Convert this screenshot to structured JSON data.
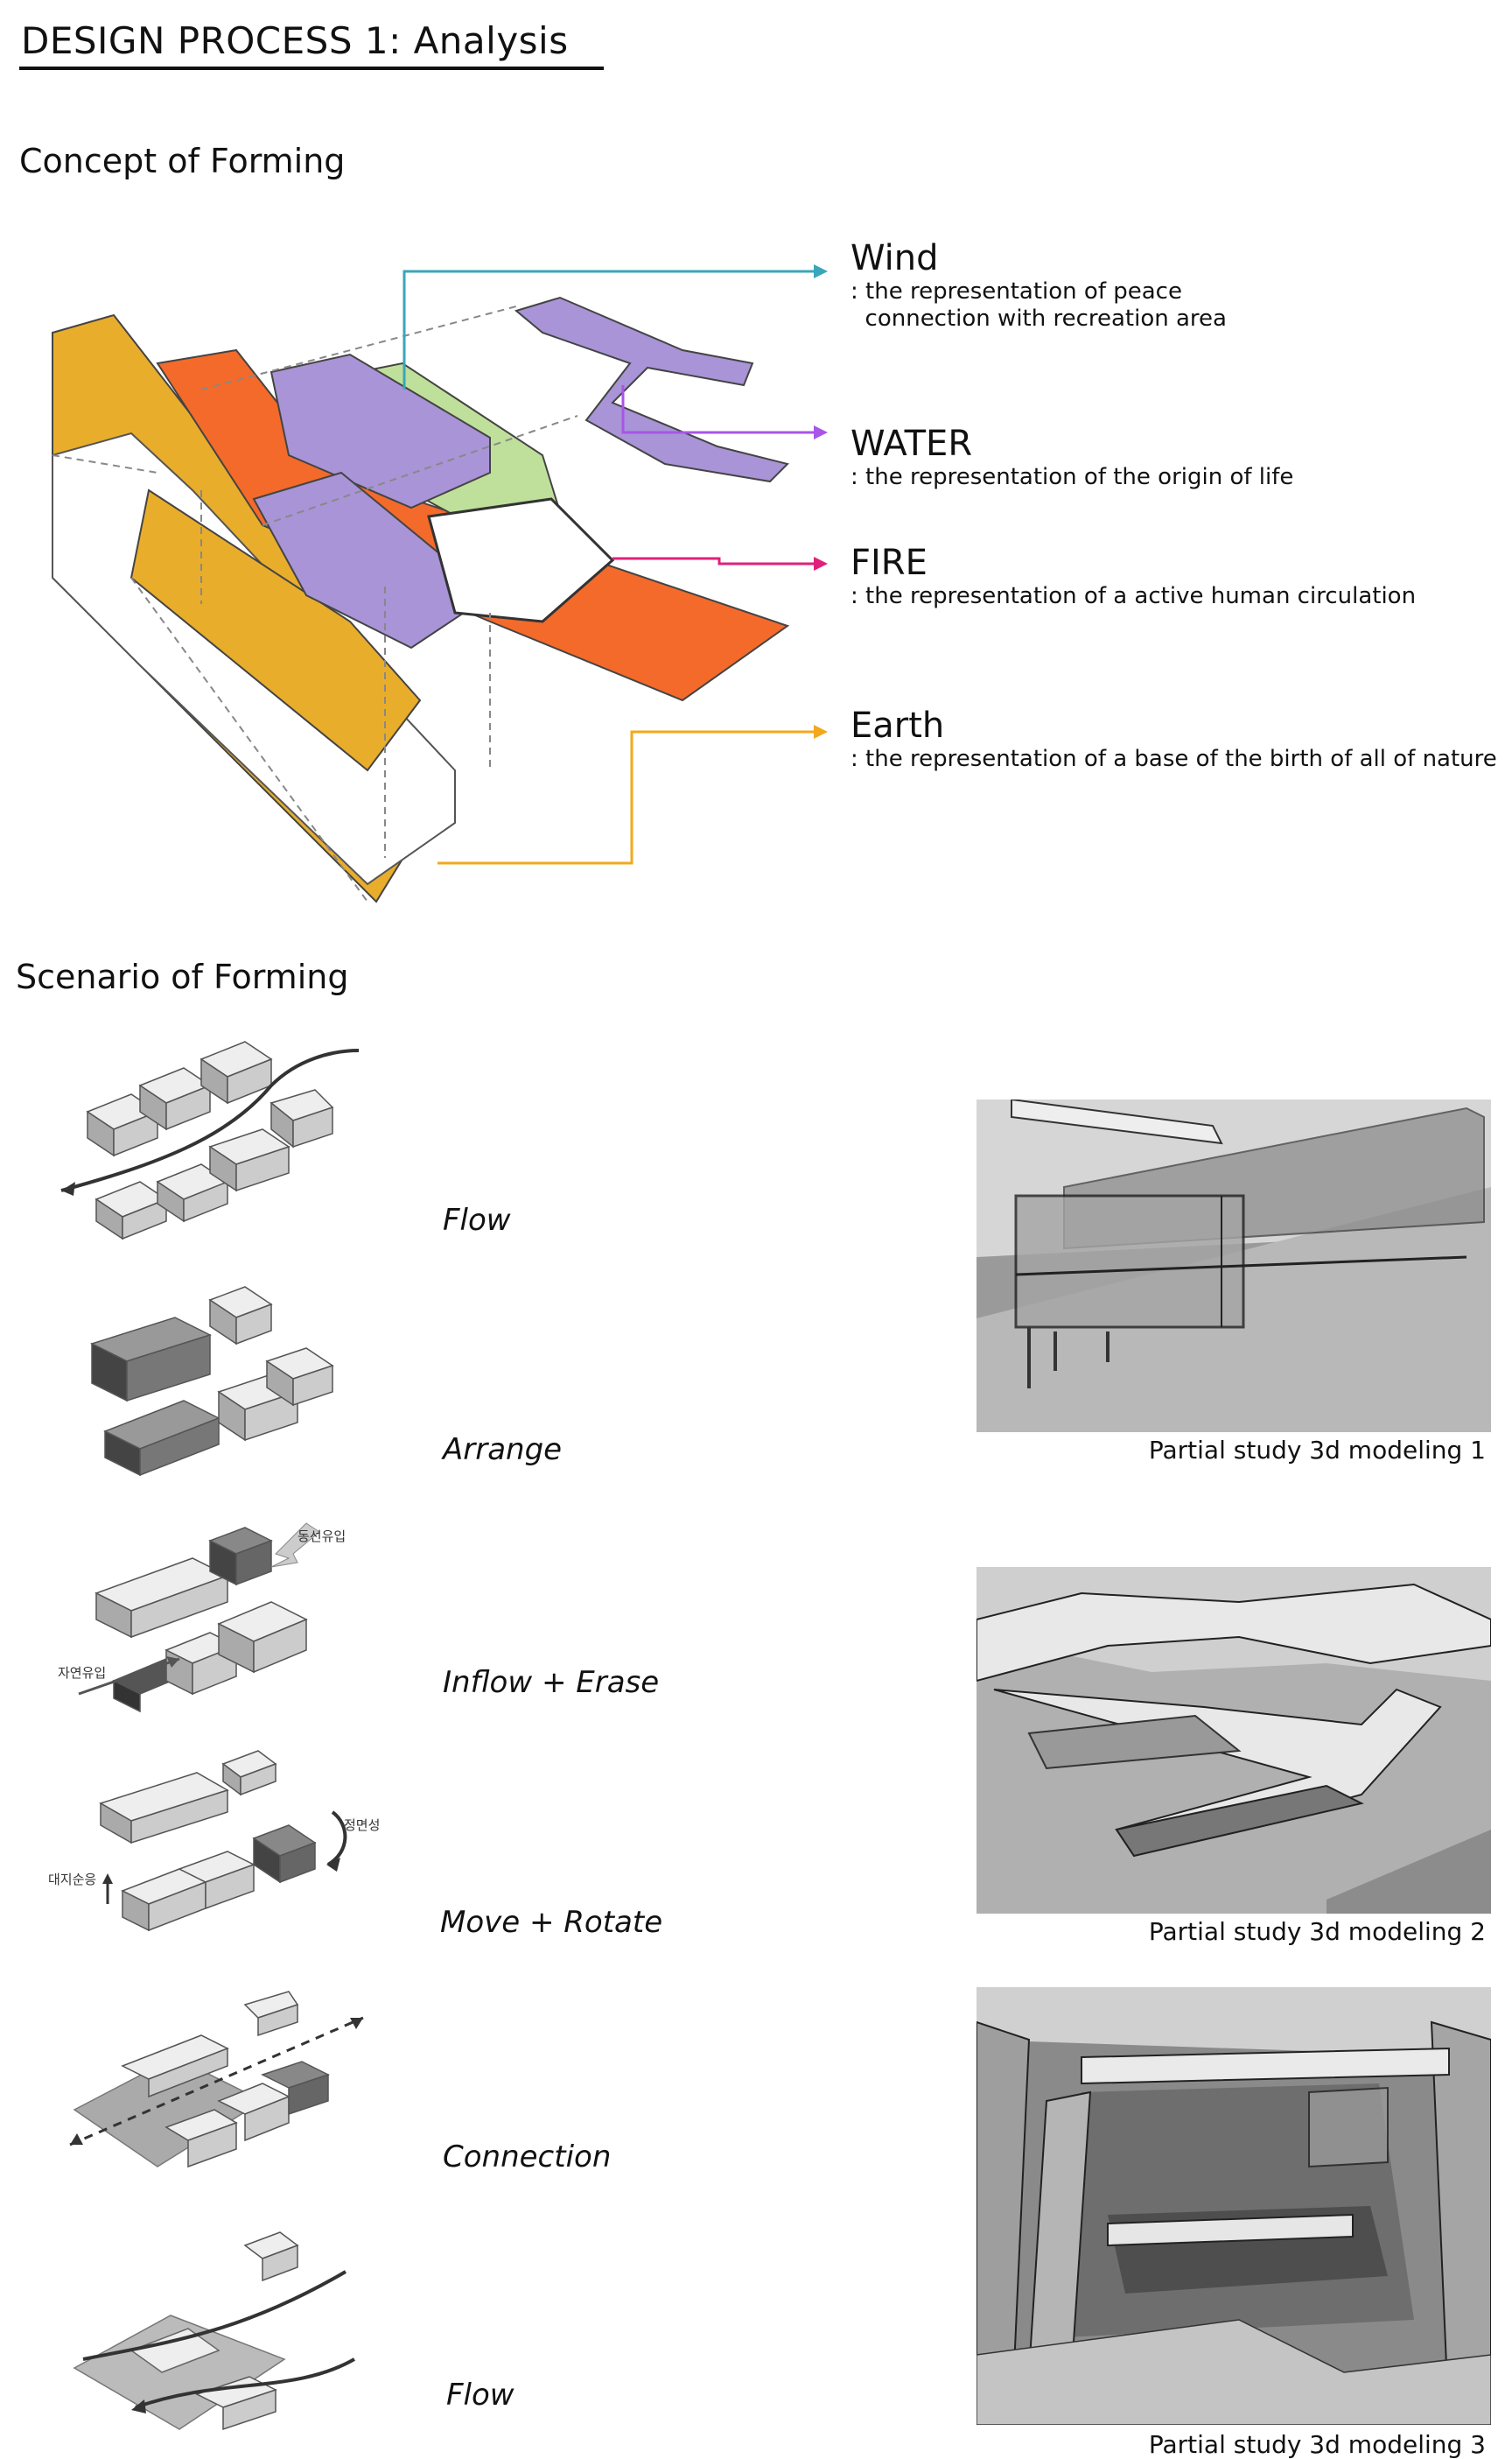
{
  "page": {
    "title": "DESIGN PROCESS 1: Analysis"
  },
  "concept": {
    "title": "Concept of Forming",
    "elements": [
      {
        "name": "Wind",
        "desc": ": the representation of peace\n  connection with recreation area",
        "color": "#3aa6b9"
      },
      {
        "name": "WATER",
        "desc": ": the representation of the origin of life",
        "color": "#a855e8"
      },
      {
        "name": "FIRE",
        "desc": ": the representation of a active human circulation",
        "color": "#e0207a"
      },
      {
        "name": "Earth",
        "desc": ": the representation of a base of the birth of all of nature",
        "color": "#f2a81d"
      }
    ],
    "palette": {
      "earth": "#e9ad2c",
      "fire": "#f36a2b",
      "water": "#a894d6",
      "wind": "#bfe09a"
    }
  },
  "scenario": {
    "title": "Scenario of Forming",
    "steps": [
      "Flow",
      "Arrange",
      "Inflow + Erase",
      "Move + Rotate",
      "Connection",
      "Flow"
    ],
    "korean_labels": [
      "동선유입",
      "자연유입",
      "정면성",
      "대지순응"
    ]
  },
  "studies": [
    {
      "caption": "Partial study 3d modeling 1"
    },
    {
      "caption": "Partial study 3d modeling 2"
    },
    {
      "caption": "Partial study 3d modeling 3"
    }
  ]
}
